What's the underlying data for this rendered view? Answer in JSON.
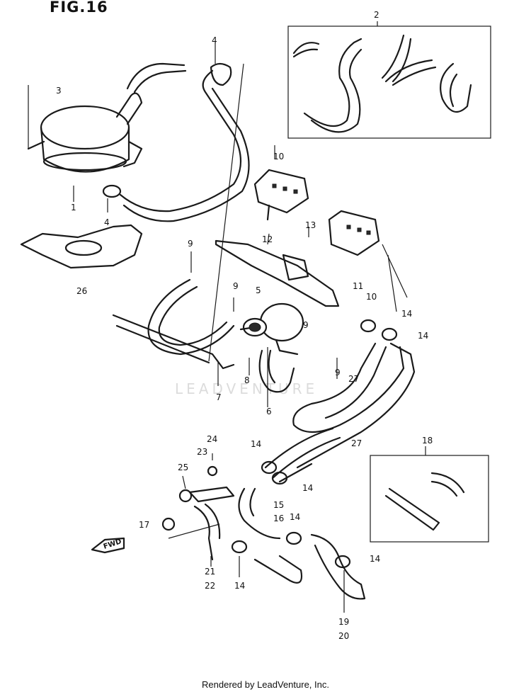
{
  "figure": {
    "title": "FIG.16"
  },
  "labels": {
    "l1": "1",
    "l2": "2",
    "l3": "3",
    "l4a": "4",
    "l4b": "4",
    "l5": "5",
    "l6": "6",
    "l7": "7",
    "l8": "8",
    "l9a": "9",
    "l9b": "9",
    "l9c": "9",
    "l9d": "9",
    "l10a": "10",
    "l10b": "10",
    "l11": "11",
    "l12": "12",
    "l13": "13",
    "l14a": "14",
    "l14b": "14",
    "l14c": "14",
    "l14d": "14",
    "l14e": "14",
    "l14f": "14",
    "l14g": "14",
    "l15": "15",
    "l16": "16",
    "l17": "17",
    "l18": "18",
    "l19": "19",
    "l20": "20",
    "l21": "21",
    "l22": "22",
    "l23": "23",
    "l24": "24",
    "l25": "25",
    "l26": "26",
    "l27a": "27",
    "l27b": "27"
  },
  "watermark": "LEADVENTURE",
  "arrow_text": "FWD",
  "footer": "Rendered by LeadVenture, Inc."
}
